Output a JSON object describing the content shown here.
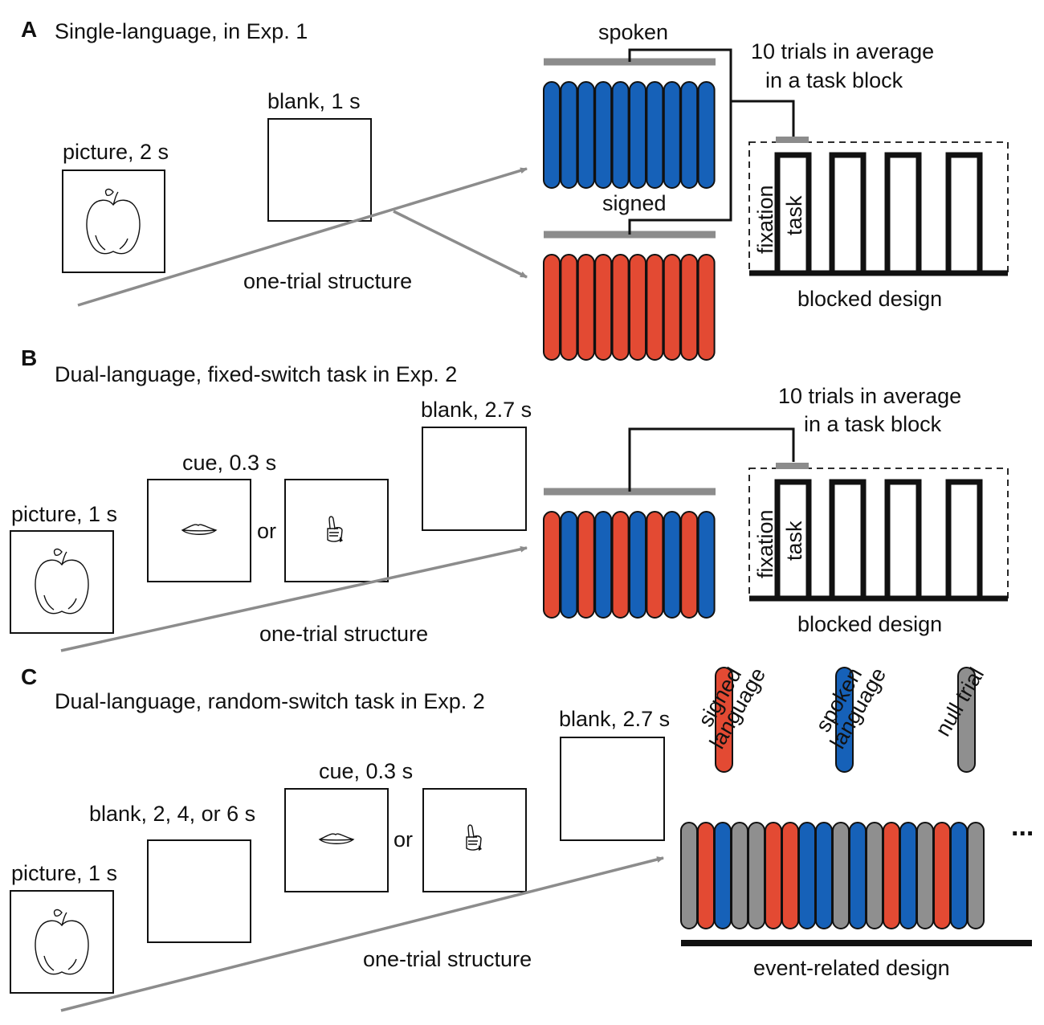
{
  "colors": {
    "signed": "#e34a33",
    "spoken": "#1661b8",
    "null": "#8f8f8f",
    "bar_outline": "#111111",
    "arrow": "#8c8c8c"
  },
  "icons": [
    "apple-picture-icon",
    "lips-cue-icon",
    "hand-cue-icon"
  ],
  "panel_a": {
    "letter": "A",
    "title": "Single-language, in Exp. 1",
    "picture_label": "picture, 2 s",
    "blank_label": "blank, 1 s",
    "trial_label": "one-trial structure",
    "spoken_label": "spoken",
    "signed_label": "signed",
    "avg_line1": "10 trials in average",
    "avg_line2": "in a task block",
    "fixation_label": "fixation",
    "task_label": "task",
    "design_label": "blocked design",
    "spoken_block": [
      "spoken",
      "spoken",
      "spoken",
      "spoken",
      "spoken",
      "spoken",
      "spoken",
      "spoken",
      "spoken",
      "spoken"
    ],
    "signed_block": [
      "signed",
      "signed",
      "signed",
      "signed",
      "signed",
      "signed",
      "signed",
      "signed",
      "signed",
      "signed"
    ]
  },
  "panel_b": {
    "letter": "B",
    "title": "Dual-language, fixed-switch task in Exp. 2",
    "picture_label": "picture, 1 s",
    "cue_label": "cue, 0.3 s",
    "or_label": "or",
    "blank_label": "blank, 2.7 s",
    "trial_label": "one-trial structure",
    "avg_line1": "10 trials in average",
    "avg_line2": "in a task block",
    "fixation_label": "fixation",
    "task_label": "task",
    "design_label": "blocked design",
    "mixed_block": [
      "signed",
      "spoken",
      "signed",
      "spoken",
      "signed",
      "spoken",
      "signed",
      "spoken",
      "signed",
      "spoken"
    ]
  },
  "panel_c": {
    "letter": "C",
    "title": "Dual-language, random-switch task in Exp. 2",
    "picture_label": "picture, 1 s",
    "blank_var_label": "blank, 2, 4, or 6 s",
    "cue_label": "cue, 0.3 s",
    "or_label": "or",
    "blank_label": "blank, 2.7 s",
    "trial_label": "one-trial structure",
    "legend": [
      {
        "type": "signed",
        "line1": "signed",
        "line2": "language"
      },
      {
        "type": "spoken",
        "line1": "spoken",
        "line2": "language"
      },
      {
        "type": "null",
        "line1": "null trial",
        "line2": ""
      }
    ],
    "sequence": [
      "null",
      "signed",
      "spoken",
      "null",
      "null",
      "signed",
      "signed",
      "spoken",
      "spoken",
      "null",
      "spoken",
      "null",
      "signed",
      "spoken",
      "null",
      "signed",
      "spoken",
      "null"
    ],
    "ellipsis": "...",
    "design_label": "event-related design"
  }
}
